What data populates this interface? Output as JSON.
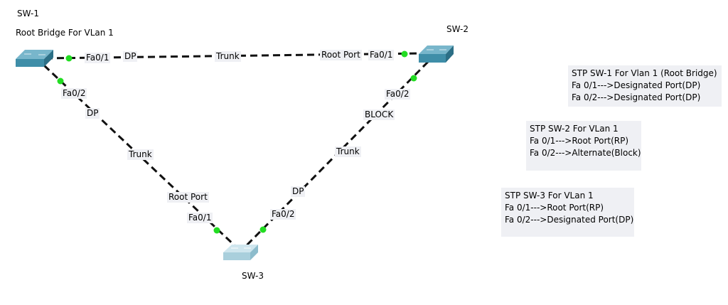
{
  "devices": {
    "sw1": {
      "name": "SW-1",
      "role": "Root Bridge For VLan 1"
    },
    "sw2": {
      "name": "SW-2"
    },
    "sw3": {
      "name": "SW-3"
    }
  },
  "links": {
    "sw1_sw2": {
      "sw1_port": "Fa0/1",
      "sw1_role": "DP",
      "type": "Trunk",
      "sw2_role": "Root Port",
      "sw2_port": "Fa0/1"
    },
    "sw1_sw3": {
      "sw1_port": "Fa0/2",
      "sw1_role": "DP",
      "type": "Trunk",
      "sw3_role": "Root Port",
      "sw3_port": "Fa0/1"
    },
    "sw2_sw3": {
      "sw2_port": "Fa0/2",
      "sw2_role": "BLOCK",
      "type": "Trunk",
      "sw3_role": "DP",
      "sw3_port": "Fa0/2"
    }
  },
  "notes": {
    "sw1": [
      "STP SW-1 For Vlan 1 (Root Bridge)",
      "Fa 0/1--->Designated Port(DP)",
      "Fa 0/2--->Designated Port(DP)"
    ],
    "sw2": [
      "STP SW-2 For VLan 1",
      "Fa 0/1--->Root Port(RP)",
      "Fa 0/2--->Alternate(Block)"
    ],
    "sw3": [
      "STP SW-3 For VLan 1",
      "Fa 0/1--->Root Port(RP)",
      "Fa 0/2--->Designated Port(DP)"
    ]
  },
  "colors": {
    "link": "#111111",
    "port_up": "#22dd22",
    "switch_core": "#3f8ea8",
    "switch_access": "#a9cfdc"
  }
}
